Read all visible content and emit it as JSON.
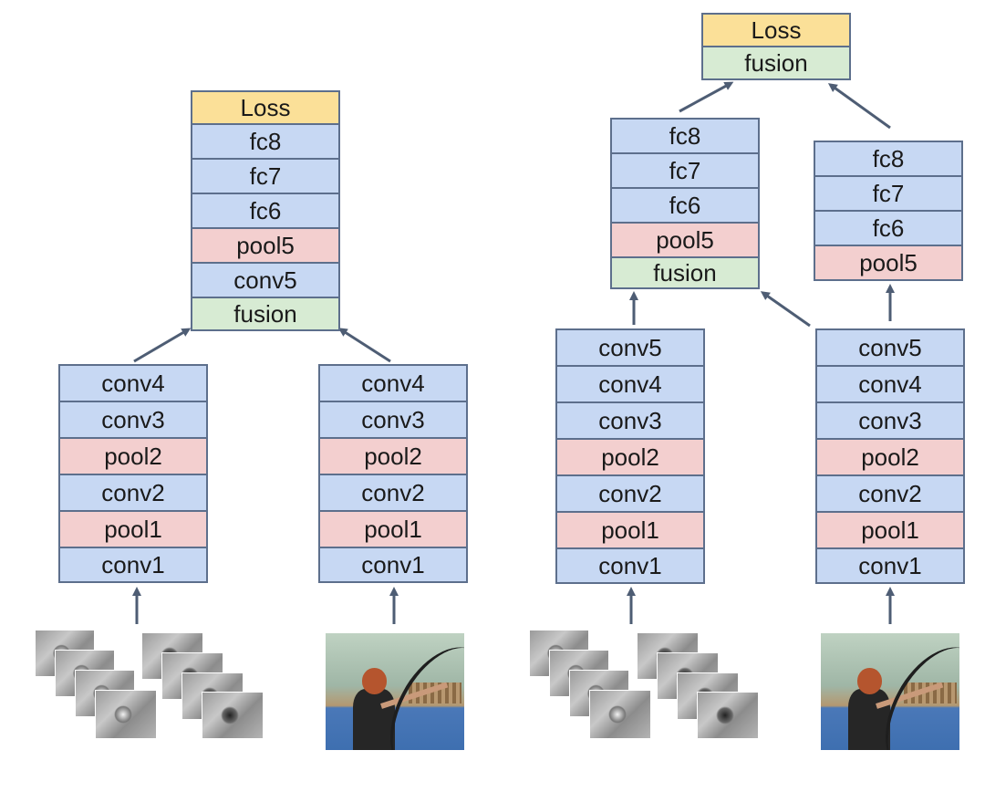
{
  "colors": {
    "conv": "#c7d8f3",
    "pool": "#f3cfcf",
    "fusion": "#d7ebd3",
    "loss": "#fbe098",
    "border": "#5d6f8c",
    "arrow": "#4e5d74"
  },
  "left_diagram": {
    "top_stack": [
      "Loss",
      "fc8",
      "fc7",
      "fc6",
      "pool5",
      "conv5",
      "fusion"
    ],
    "left_tower": [
      "conv4",
      "conv3",
      "pool2",
      "conv2",
      "pool1",
      "conv1"
    ],
    "right_tower": [
      "conv4",
      "conv3",
      "pool2",
      "conv2",
      "pool1",
      "conv1"
    ],
    "left_input": "optical-flow-frames",
    "right_input": "rgb-frame-archer"
  },
  "right_diagram": {
    "top_stack": [
      "Loss",
      "fusion"
    ],
    "middle_left_stack": [
      "fc8",
      "fc7",
      "fc6",
      "pool5",
      "fusion"
    ],
    "middle_right_stack": [
      "fc8",
      "fc7",
      "fc6",
      "pool5"
    ],
    "left_tower": [
      "conv5",
      "conv4",
      "conv3",
      "pool2",
      "conv2",
      "pool1",
      "conv1"
    ],
    "right_tower": [
      "conv5",
      "conv4",
      "conv3",
      "pool2",
      "conv2",
      "pool1",
      "conv1"
    ],
    "left_input": "optical-flow-frames",
    "right_input": "rgb-frame-archer"
  }
}
